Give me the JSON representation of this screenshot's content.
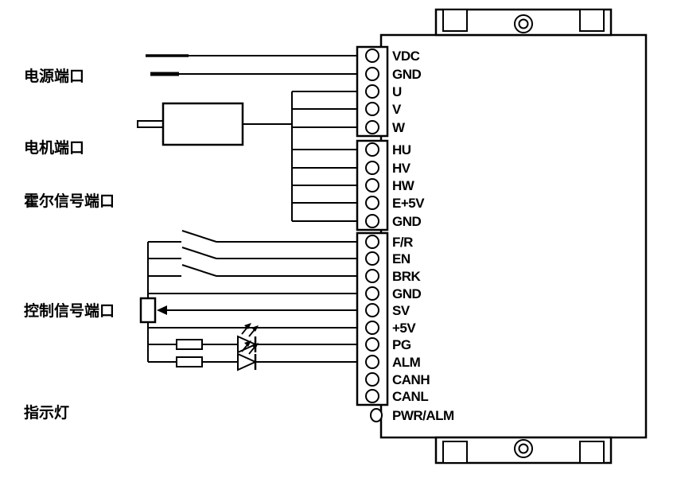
{
  "labels": {
    "power_port": "电源端口",
    "motor_port": "电机端口",
    "hall_port": "霍尔信号端口",
    "control_port": "控制信号端口",
    "indicator": "指示灯",
    "panel_led": "PWR/ALM"
  },
  "pins": {
    "power": [
      "VDC",
      "GND",
      "U",
      "V",
      "W"
    ],
    "hall": [
      "HU",
      "HV",
      "HW",
      "E+5V",
      "GND"
    ],
    "control": [
      "F/R",
      "EN",
      "BRK",
      "GND",
      "SV",
      "+5V",
      "PG",
      "ALM",
      "CANH",
      "CANL"
    ]
  },
  "colors": {
    "line": "#000000",
    "background": "#ffffff"
  }
}
